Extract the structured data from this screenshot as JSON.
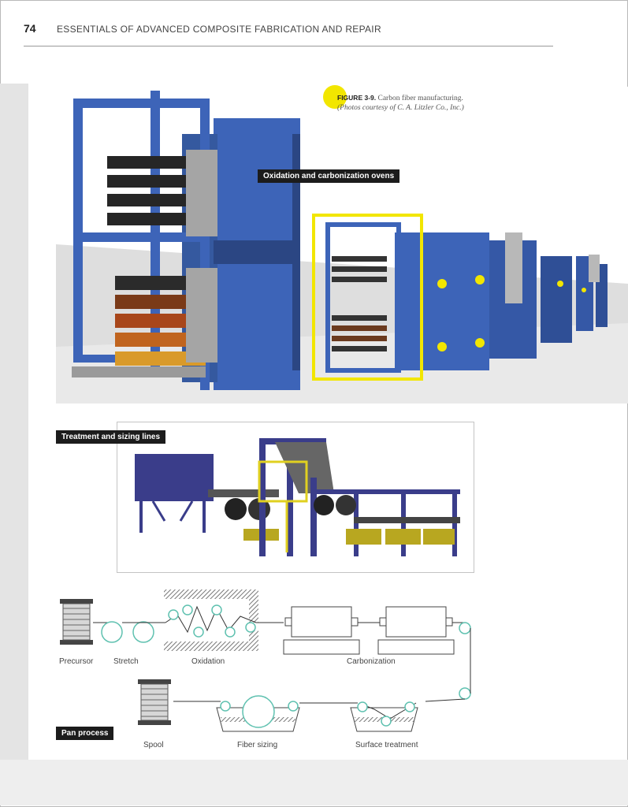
{
  "header": {
    "page_number": "74",
    "running_title": "ESSENTIALS OF ADVANCED COMPOSITE FABRICATION AND REPAIR"
  },
  "figure": {
    "label": "FIGURE 3-9.",
    "caption": "Carbon fiber manufacturing.",
    "credit": "(Photos courtesy of C. A. Litzler Co., Inc.)"
  },
  "photo_labels": {
    "ovens": "Oxidation and carbonization ovens",
    "treatment": "Treatment and sizing lines",
    "pan": "Pan process"
  },
  "diagram": {
    "steps": [
      "Precursor",
      "Stretch",
      "Oxidation",
      "Carbonization",
      "Spool",
      "Fiber sizing",
      "Surface treatment"
    ]
  },
  "colors": {
    "machine_blue": "#3d64b8",
    "highlight_yellow": "#f2e600",
    "roller_teal": "#5fc1b0",
    "label_black": "#1c1c1c"
  }
}
